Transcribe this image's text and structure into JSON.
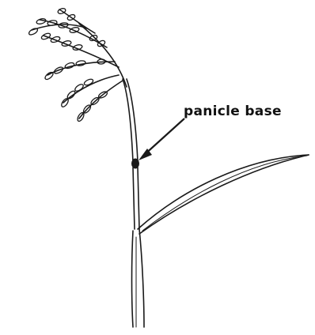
{
  "diagram": {
    "callout_label": "panicle base",
    "parts": {
      "panicle": "panicle-icon",
      "culm": "culm-stem",
      "flag_leaf": "flag-leaf",
      "panicle_base": "panicle-base-node"
    },
    "ink_color": "#1a1a1a",
    "background_color": "#ffffff"
  }
}
